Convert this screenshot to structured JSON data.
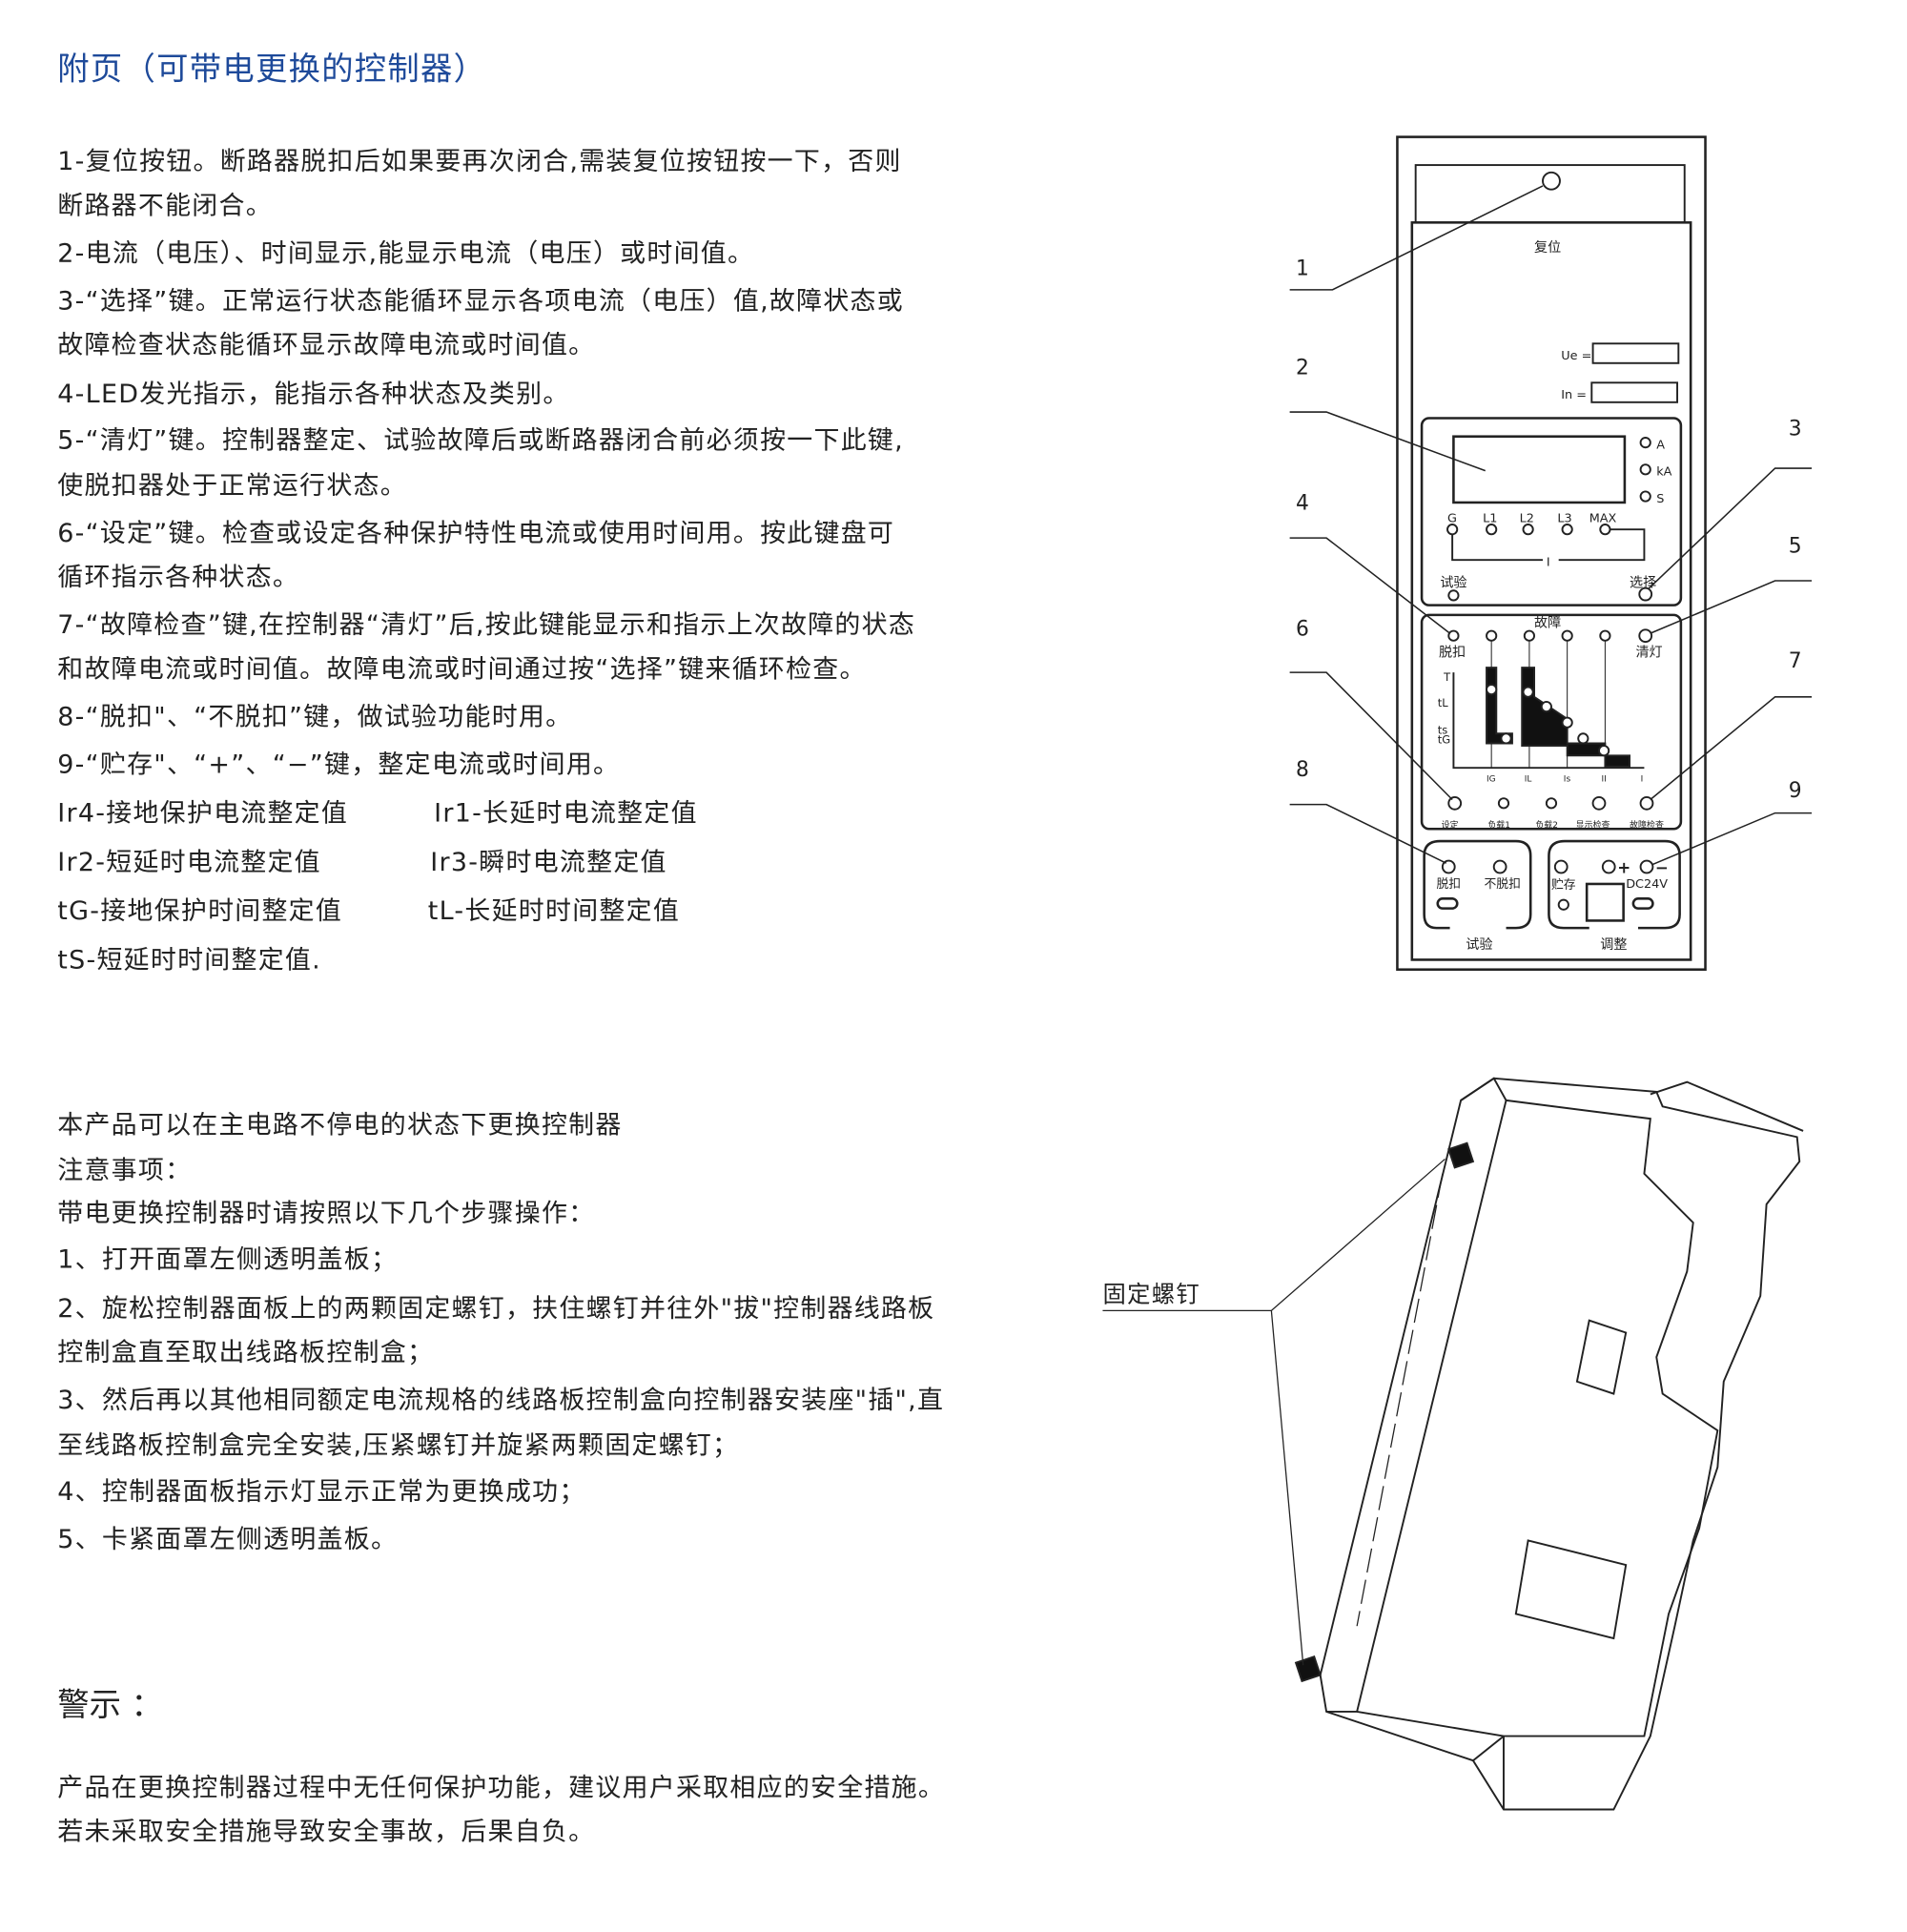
{
  "title": "附页（可带电更换的控制器）",
  "items": [
    "1-复位按钮。断路器脱扣后如果要再次闭合,需装复位按钮按一下，否则",
    "断路器不能闭合。",
    "2-电流（电压）、时间显示,能显示电流（电压）或时间值。",
    "3-“选择”键。正常运行状态能循环显示各项电流（电压）值,故障状态或",
    "故障检查状态能循环显示故障电流或时间值。",
    "4-LED发光指示，能指示各种状态及类别。",
    "5-“清灯”键。控制器整定、试验故障后或断路器闭合前必须按一下此键,",
    "使脱扣器处于正常运行状态。",
    "6-“设定”键。检查或设定各种保护特性电流或使用时间用。按此键盘可",
    "循环指示各种状态。",
    "7-“故障检查”键,在控制器“清灯”后,按此键能显示和指示上次故障的状态",
    "和故障电流或时间值。故障电流或时间通过按“选择”键来循环检查。",
    "8-“脱扣\"、“不脱扣”键，做试验功能时用。",
    "9-“贮存\"、“+”、“−”键，整定电流或时间用。"
  ],
  "settings": [
    [
      "Ir4-接地保护电流整定值",
      "Ir1-长延时电流整定值"
    ],
    [
      "Ir2-短延时电流整定值",
      "Ir3-瞬时电流整定值"
    ],
    [
      "tG-接地保护时间整定值",
      "tL-长延时时间整定值"
    ],
    [
      "tS-短延时时间整定值.",
      ""
    ]
  ],
  "instructions": [
    "本产品可以在主电路不停电的状态下更换控制器",
    "注意事项：",
    "带电更换控制器时请按照以下几个步骤操作：",
    "1、打开面罩左侧透明盖板；",
    "2、旋松控制器面板上的两颗固定螺钉，扶住螺钉并往外\"拔\"控制器线路板",
    "控制盒直至取出线路板控制盒；",
    "3、然后再以其他相同额定电流规格的线路板控制盒向控制器安装座\"插\",直",
    "至线路板控制盒完全安装,压紧螺钉并旋紧两颗固定螺钉；",
    "4、控制器面板指示灯显示正常为更换成功；",
    "5、卡紧面罩左侧透明盖板。"
  ],
  "warning_title": "警示 ：",
  "warning": [
    "产品在更换控制器过程中无任何保护功能，建议用户采取相应的安全措施。",
    "若未采取安全措施导致安全事故，后果自负。"
  ],
  "panel": {
    "reset": "复位",
    "ue": "Ue =",
    "in": "In =",
    "units": [
      "A",
      "kA",
      "S"
    ],
    "phases": [
      "G",
      "L1",
      "L2",
      "L3",
      "MAX"
    ],
    "i": "I",
    "test": "试验",
    "select": "选择",
    "fault": "故障",
    "trip": "脱扣",
    "clear": "清灯",
    "axis_y": [
      "T",
      "tL",
      "ts",
      "tG"
    ],
    "axis_x": [
      "IG",
      "IL",
      "Is",
      "II",
      "I"
    ],
    "keys": [
      "设定",
      "负载1",
      "负载2",
      "显示检查",
      "故障检查"
    ],
    "trip2": "脱扣",
    "notrip": "不脱扣",
    "store": "贮存",
    "plus": "+",
    "minus": "−",
    "dc": "DC24V",
    "test_group": "试验",
    "adjust_group": "调整",
    "callouts": [
      "1",
      "2",
      "3",
      "4",
      "5",
      "6",
      "7",
      "8",
      "9"
    ]
  },
  "screw_label": "固定螺钉",
  "colors": {
    "title": "#1e4a9a"
  }
}
